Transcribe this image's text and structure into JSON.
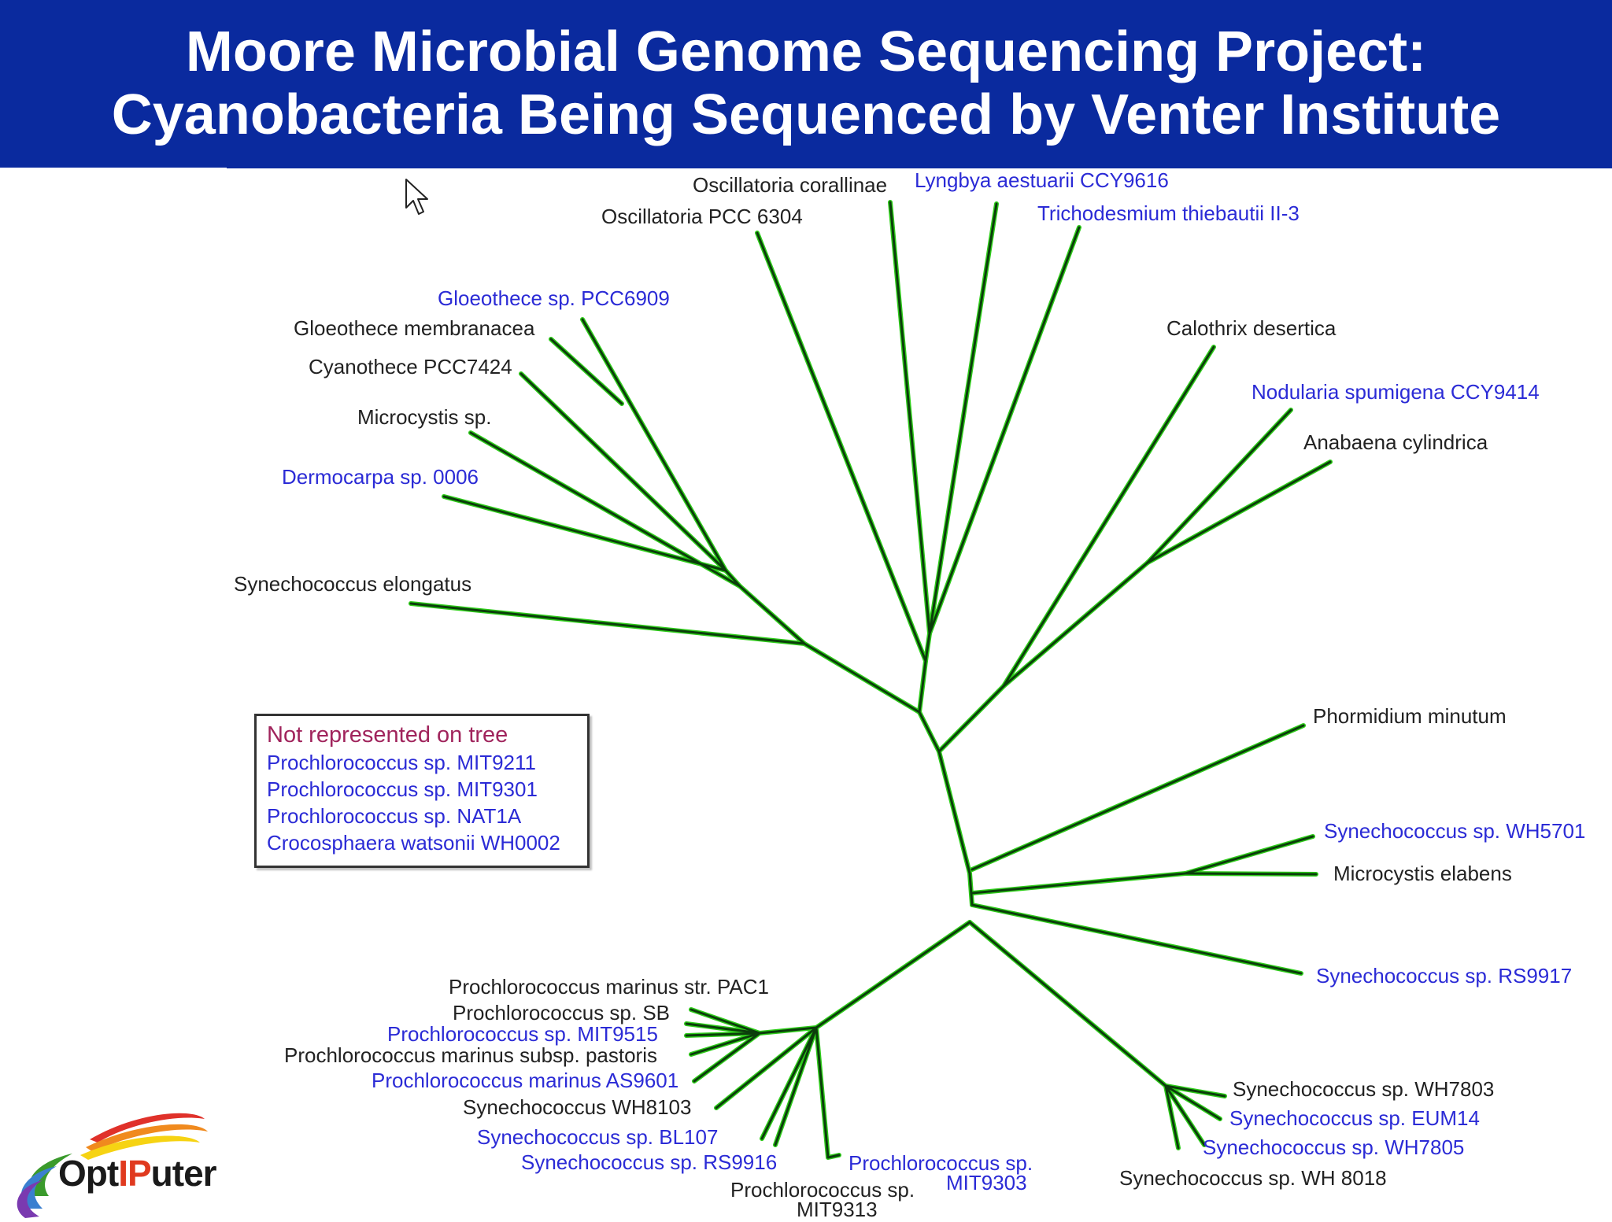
{
  "title": {
    "line1": "Moore Microbial Genome Sequencing Project:",
    "line2": "Cyanobacteria Being Sequenced by Venter Institute"
  },
  "colors": {
    "title_bar": "#0a2a9e",
    "branch_green": "#2ecc1a",
    "branch_dark": "#0b3d0b",
    "label_blue": "#2b2bd6",
    "label_black": "#222222",
    "legend_title": "#a0245c"
  },
  "tree": {
    "labels": {
      "oscillatoria_corallinae": "Oscillatoria corallinae",
      "lyngbya": "Lyngbya aestuarii CCY9616",
      "oscillatoria_pcc6304": "Oscillatoria PCC 6304",
      "trichodesmium": "Trichodesmium thiebautii II-3",
      "gloeothece_pcc6909": "Gloeothece sp. PCC6909",
      "gloeothece_membranacea": "Gloeothece membranacea",
      "cyanothece": "Cyanothece PCC7424",
      "microcystis_sp": "Microcystis sp.",
      "dermocarpa": "Dermocarpa sp. 0006",
      "synechococcus_elongatus": "Synechococcus elongatus",
      "calothrix": "Calothrix desertica",
      "nodularia": "Nodularia spumigena CCY9414",
      "anabaena": "Anabaena cylindrica",
      "phormidium": "Phormidium minutum",
      "syn_wh5701": "Synechococcus sp. WH5701",
      "microcystis_elabens": "Microcystis elabens",
      "syn_rs9917": "Synechococcus sp. RS9917",
      "pro_pac1": "Prochlorococcus marinus str. PAC1",
      "pro_sb": "Prochlorococcus sp. SB",
      "pro_mit9515": "Prochlorococcus sp. MIT9515",
      "pro_pastoris": "Prochlorococcus marinus subsp. pastoris",
      "pro_as9601": "Prochlorococcus marinus AS9601",
      "syn_wh8103": "Synechococcus WH8103",
      "syn_bl107": "Synechococcus sp. BL107",
      "syn_rs9916": "Synechococcus sp. RS9916",
      "pro_mit9313_a": "Prochlorococcus sp.",
      "pro_mit9313_b": "MIT9313",
      "pro_mit9303_a": "Prochlorococcus sp.",
      "pro_mit9303_b": "MIT9303",
      "syn_wh7803": "Synechococcus sp. WH7803",
      "syn_eum14": "Synechococcus sp. EUM14",
      "syn_wh7805": "Synechococcus sp. WH7805",
      "syn_wh8018": "Synechococcus sp. WH 8018"
    }
  },
  "legend": {
    "title": "Not represented on tree",
    "items": [
      "Prochlorococcus sp. MIT9211",
      "Prochlorococcus sp. MIT9301",
      "Prochlorococcus sp. NAT1A",
      "Crocosphaera watsonii WH0002"
    ]
  },
  "logo": {
    "text_pre": "Opt",
    "text_accent": "IP",
    "text_post": "uter"
  },
  "icons": {
    "cursor": "arrow-cursor-icon"
  }
}
